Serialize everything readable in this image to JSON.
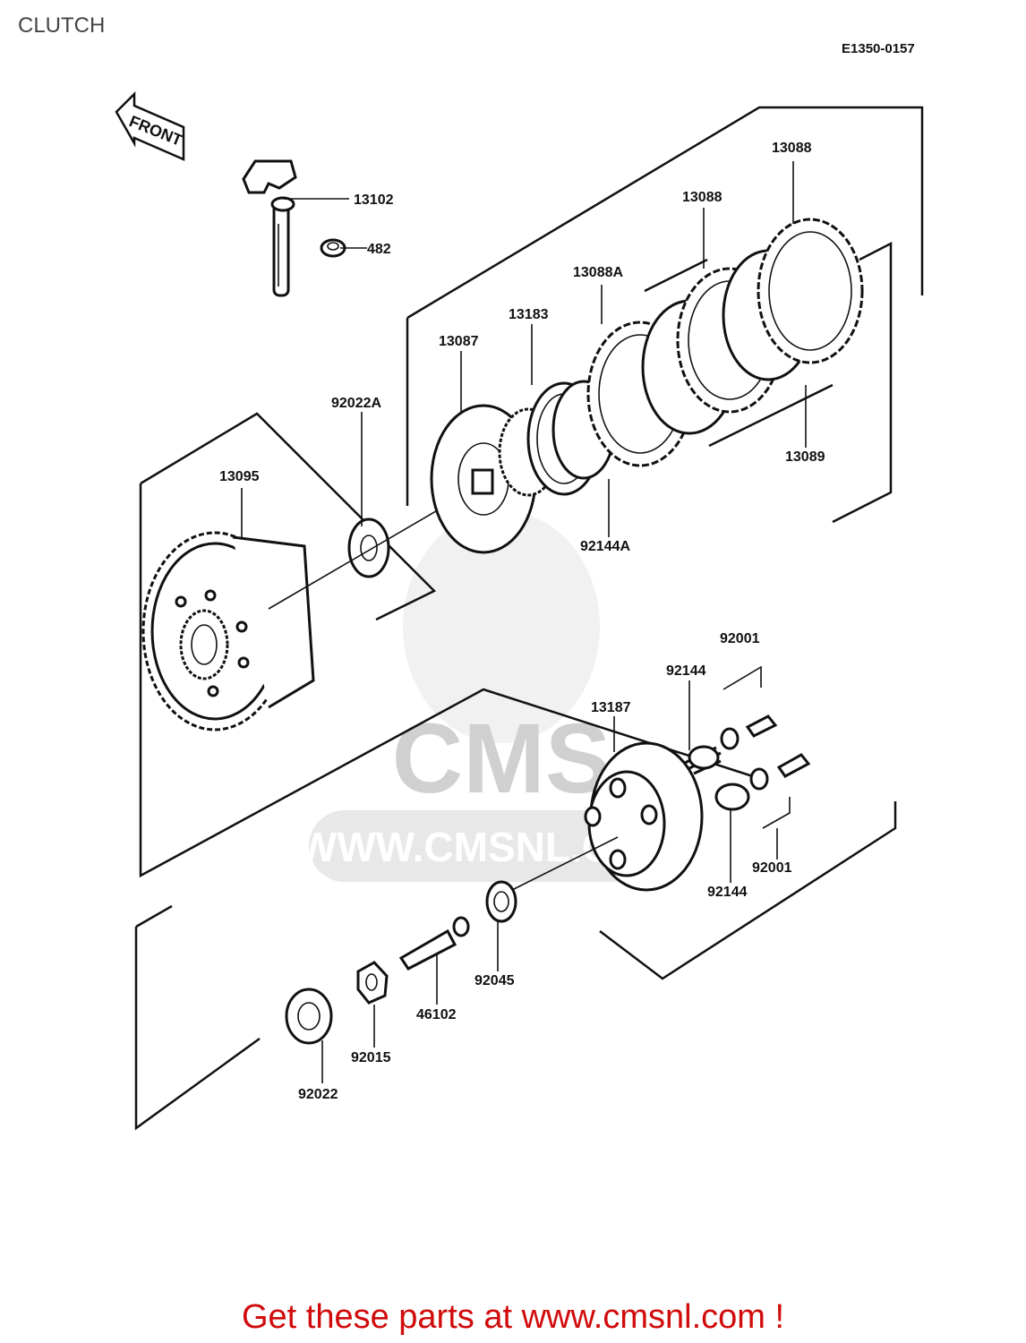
{
  "page": {
    "title": "CLUTCH",
    "diagram_code": "E1350-0157",
    "front_arrow": "FRONT",
    "footer": "Get these parts at www.cmsnl.com !",
    "watermark_url": "WWW.CMSNL.COM",
    "watermark_logo": "CMS"
  },
  "labels": {
    "l13102": "13102",
    "l482": "482",
    "l13088a": "13088",
    "l13088b": "13088",
    "l13088A": "13088A",
    "l13183": "13183",
    "l13087": "13087",
    "l92022A": "92022A",
    "l13095": "13095",
    "l92144A": "92144A",
    "l13089": "13089",
    "l92001a": "92001",
    "l92144a": "92144",
    "l13187": "13187",
    "l92144b": "92144",
    "l92001b": "92001",
    "l92045": "92045",
    "l46102": "46102",
    "l92015": "92015",
    "l92022": "92022"
  }
}
